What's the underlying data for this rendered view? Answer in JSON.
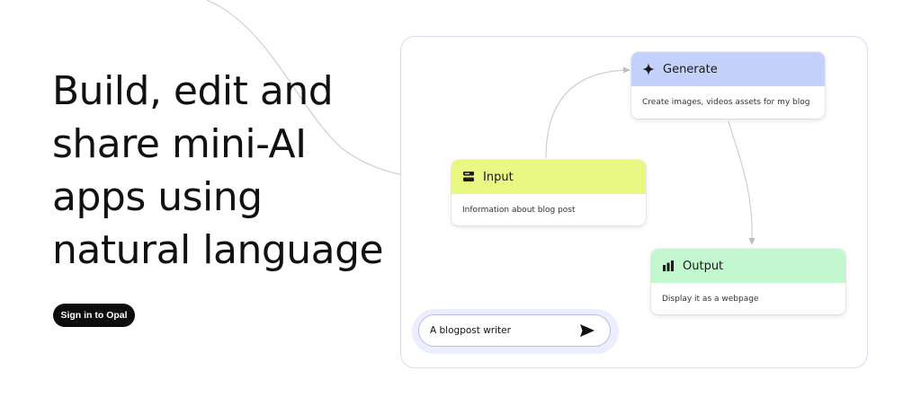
{
  "hero": {
    "headline_lines": [
      "Build, edit and",
      "share mini-AI",
      "apps using",
      "natural language"
    ],
    "signin_label": "Sign in to Opal"
  },
  "flow": {
    "nodes": {
      "generate": {
        "title": "Generate",
        "description": "Create images, videos assets for my blog",
        "icon": "sparkle-icon",
        "color": "#c3d1fb"
      },
      "input": {
        "title": "Input",
        "description": "Information about blog post",
        "icon": "input-icon",
        "color": "#e8f882"
      },
      "output": {
        "title": "Output",
        "description": "Display it as a webpage",
        "icon": "bar-chart-icon",
        "color": "#c3f7cf"
      }
    }
  },
  "prompt": {
    "value": "A blogpost writer",
    "send_icon": "send-icon"
  },
  "colors": {
    "canvas_border": "#d9dcf2",
    "connector": "#bdbdbd",
    "button_bg": "#0d0d0d"
  }
}
